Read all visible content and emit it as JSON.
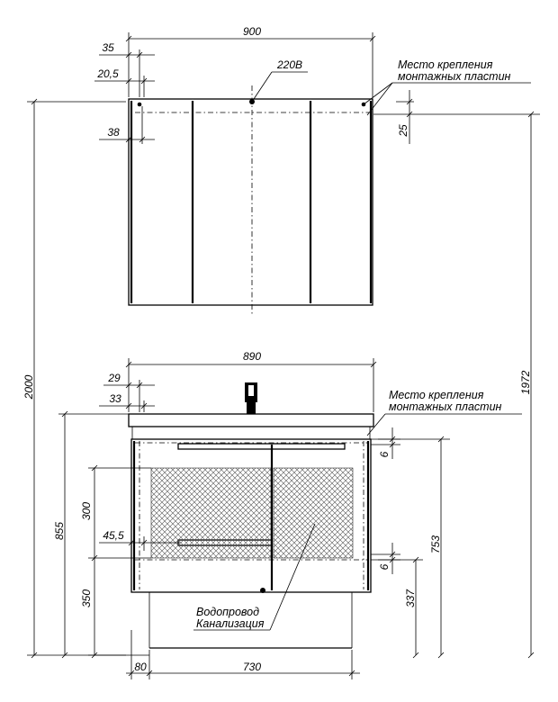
{
  "dims": {
    "top_width": "900",
    "d35": "35",
    "d20_5": "20,5",
    "d38": "38",
    "d25": "25",
    "power": "220В",
    "bottom_width": "890",
    "d29": "29",
    "d33": "33",
    "d6_top": "6",
    "d300": "300",
    "d45_5": "45,5",
    "d6_bottom": "6",
    "d855": "855",
    "d350": "350",
    "d753": "753",
    "d337": "337",
    "d80": "80",
    "d730": "730",
    "total_height": "2000",
    "d1972": "1972"
  },
  "notes": {
    "mount_top_line1": "Место крепления",
    "mount_top_line2": "монтажных пластин",
    "mount_bottom_line1": "Место крепления",
    "mount_bottom_line2": "монтажных пластин",
    "water_line1": "Водопровод",
    "water_line2": "Канализация"
  }
}
